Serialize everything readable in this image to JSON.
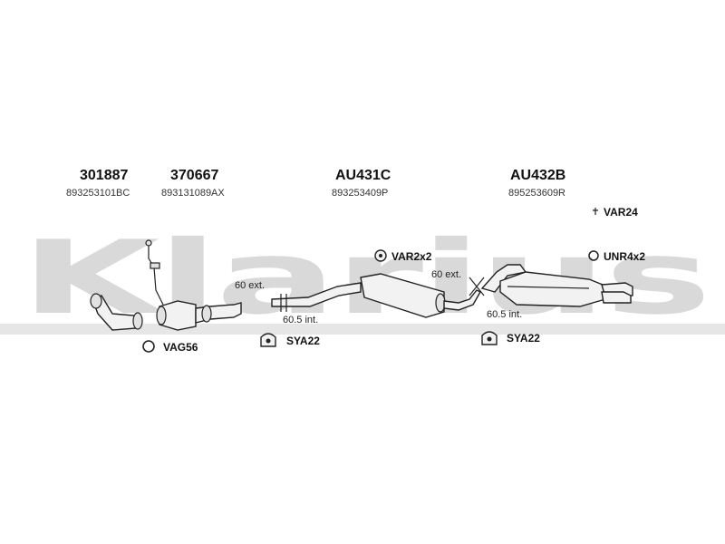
{
  "watermark": {
    "text": "Klarius"
  },
  "parts": [
    {
      "part_number": "301887",
      "oem_number": "893253101BC"
    },
    {
      "part_number": "370667",
      "oem_number": "893131089AX"
    },
    {
      "part_number": "AU431C",
      "oem_number": "893253409P"
    },
    {
      "part_number": "AU432B",
      "oem_number": "895253609R"
    }
  ],
  "accessories": {
    "var24": "VAR24",
    "unr4x2": "UNR4x2",
    "var2x2": "VAR2x2",
    "vag56": "VAG56",
    "sya22_a": "SYA22",
    "sya22_b": "SYA22"
  },
  "dimensions": {
    "ext_a": "60 ext.",
    "int_a": "60.5 int.",
    "ext_b": "60 ext.",
    "int_b": "60.5 int."
  }
}
